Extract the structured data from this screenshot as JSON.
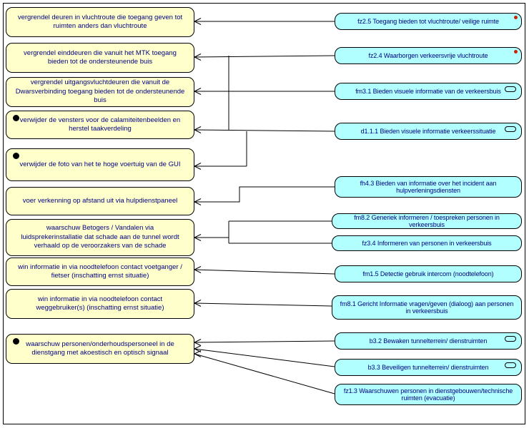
{
  "diagram": {
    "colors": {
      "left_fill": "#ffffcc",
      "right_fill": "#b2ffff",
      "text": "#000080",
      "red_dot": "#cc2200"
    },
    "left_boxes": [
      {
        "label": "vergrendel deuren in vluchtroute die toegang geven tot ruimten anders dan vluchtroute",
        "indicator": false
      },
      {
        "label": "vergrendel einddeuren die vanuit het MTK toegang bieden tot de ondersteunende buis",
        "indicator": false
      },
      {
        "label": "vergrendel uitgangsvluchtdeuren die vanuit de Dwarsverbinding toegang bieden tot de ondersteunende buis",
        "indicator": false
      },
      {
        "label": "verwijder de vensters voor de calamiteitenbeelden en herstel taakverdeling",
        "indicator": true
      },
      {
        "label": "verwijder de foto van het te hoge voertuig van de GUI",
        "indicator": true
      },
      {
        "label": "voer verkenning op afstand uit via hulpdienstpaneel",
        "indicator": false
      },
      {
        "label": "waarschuw Betogers / Vandalen via luidsprekerinstallatie dat schade aan de tunnel wordt verhaald op de veroorzakers van de schade",
        "indicator": false
      },
      {
        "label": "win informatie in via noodtelefoon contact voetganger / fietser (inschatting ernst situatie)",
        "indicator": false
      },
      {
        "label": "win informatie in via noodtelefoon contact weggebruiker(s) (inschatting ernst situatie)",
        "indicator": false
      },
      {
        "label": "waarschuw personen/onderhoudspersoneel in de dienstgang met akoestisch en optisch signaal",
        "indicator": true
      }
    ],
    "right_boxes": [
      {
        "label": "fz2.5 Toegang bieden tot vluchtroute/ veilige ruimte",
        "marker": "red-dot"
      },
      {
        "label": "fz2.4 Waarborgen verkeersvrije vluchtroute",
        "marker": "red-dot"
      },
      {
        "label": "fm3.1 Bieden visuele informatie van de verkeersbuis",
        "marker": "oval"
      },
      {
        "label": "d1.1.1 Bieden visuele informatie verkeerssituatie",
        "marker": "oval"
      },
      {
        "label": "fh4.3 Bieden van informatie over het incident aan hulpverleningsdiensten",
        "marker": "none"
      },
      {
        "label": "fm8.2 Generiek informeren / toespreken personen in verkeersbuis",
        "marker": "none"
      },
      {
        "label": "fz3.4 Informeren van personen in verkeersbuis",
        "marker": "none"
      },
      {
        "label": "fm1.5 Detectie gebruik intercom (noodtelefoon)",
        "marker": "none"
      },
      {
        "label": "fm8.1 Gericht Informatie vragen/geven (dialoog) aan personen in verkeersbuis",
        "marker": "none"
      },
      {
        "label": "b3.2 Bewaken tunnelterrein/ dienstruimten",
        "marker": "oval"
      },
      {
        "label": "b3.3 Beveiligen tunnelterrein/ dienstruimten",
        "marker": "oval"
      },
      {
        "label": "fz1.3 Waarschuwen personen in dienstgebouwen/technische ruimten (evacuatie)",
        "marker": "none"
      }
    ]
  }
}
